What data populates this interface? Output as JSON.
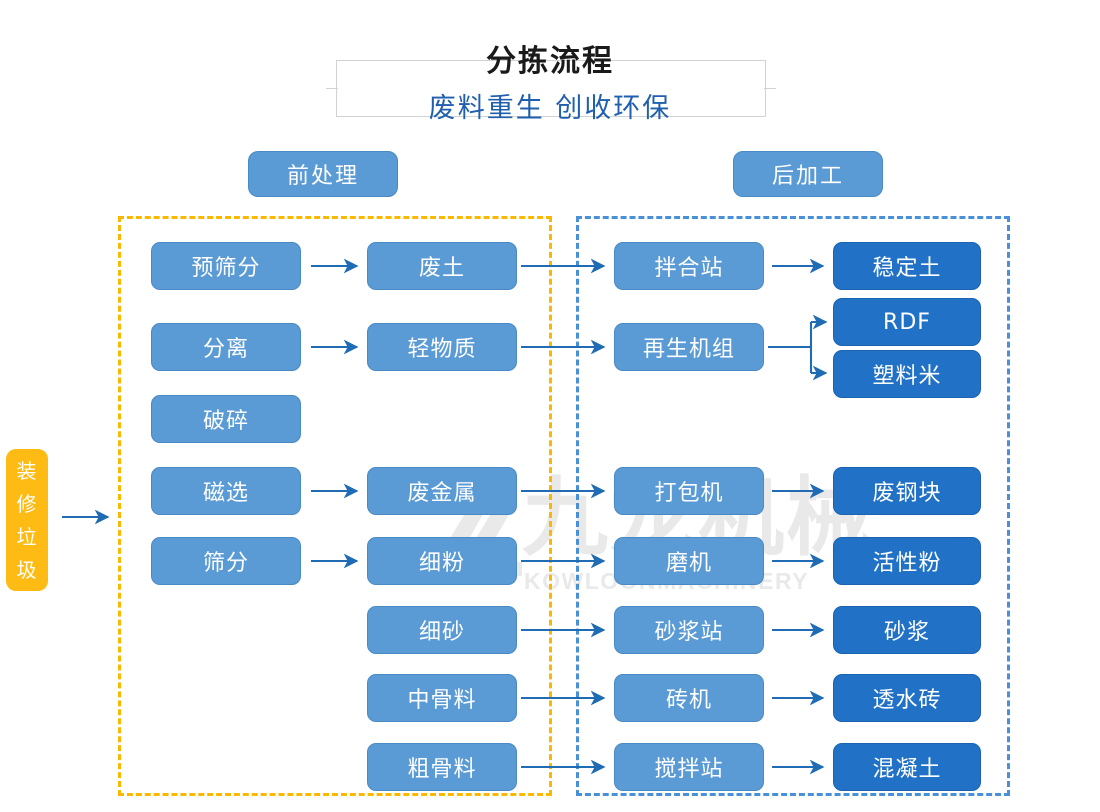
{
  "header": {
    "title": "分拣流程",
    "subtitle": "废料重生 创收环保",
    "title_color": "#1a1a1a",
    "subtitle_color": "#1f5fae",
    "frame_color": "#d2d2d2"
  },
  "watermark": {
    "cn": "九龙机械",
    "en": "KOWLOONMACHINERY",
    "logo_icon": "kowloon-logo-icon"
  },
  "entry": {
    "label": "装修垃圾",
    "chars": [
      "装",
      "修",
      "垃",
      "圾"
    ],
    "color": "#fdbb13"
  },
  "sections": [
    {
      "id": "pre",
      "label": "前处理",
      "border_color": "#fbb800",
      "pill_color": "#5b9bd5"
    },
    {
      "id": "post",
      "label": "后加工",
      "border_color": "#4a90d9",
      "pill_color": "#5b9bd5"
    }
  ],
  "colors": {
    "node_light": "#5b9bd5",
    "node_dark": "#2171c7",
    "arrow": "#1f6cb4"
  },
  "nodes": {
    "col1": [
      {
        "label": "预筛分",
        "tone": "light"
      },
      {
        "label": "分离",
        "tone": "light"
      },
      {
        "label": "破碎",
        "tone": "light"
      },
      {
        "label": "磁选",
        "tone": "light"
      },
      {
        "label": "筛分",
        "tone": "light"
      }
    ],
    "col2": [
      {
        "label": "废土",
        "tone": "light"
      },
      {
        "label": "轻物质",
        "tone": "light"
      },
      {
        "label": "废金属",
        "tone": "light"
      },
      {
        "label": "细粉",
        "tone": "light"
      },
      {
        "label": "细砂",
        "tone": "light"
      },
      {
        "label": "中骨料",
        "tone": "light"
      },
      {
        "label": "粗骨料",
        "tone": "light"
      }
    ],
    "col3": [
      {
        "label": "拌合站",
        "tone": "light"
      },
      {
        "label": "再生机组",
        "tone": "light"
      },
      {
        "label": "打包机",
        "tone": "light"
      },
      {
        "label": "磨机",
        "tone": "light"
      },
      {
        "label": "砂浆站",
        "tone": "light"
      },
      {
        "label": "砖机",
        "tone": "light"
      },
      {
        "label": "搅拌站",
        "tone": "light"
      }
    ],
    "col4": [
      {
        "label": "稳定土",
        "tone": "dark"
      },
      {
        "label": "RDF",
        "tone": "dark"
      },
      {
        "label": "塑料米",
        "tone": "dark"
      },
      {
        "label": "废钢块",
        "tone": "dark"
      },
      {
        "label": "活性粉",
        "tone": "dark"
      },
      {
        "label": "砂浆",
        "tone": "dark"
      },
      {
        "label": "透水砖",
        "tone": "dark"
      },
      {
        "label": "混凝土",
        "tone": "dark"
      }
    ]
  },
  "chart_data": {
    "type": "diagram",
    "title": "分拣流程",
    "subtitle": "废料重生 创收环保",
    "input": "装修垃圾",
    "groups": [
      "前处理",
      "后加工"
    ],
    "flows": [
      {
        "from": "装修垃圾",
        "to": "前处理"
      },
      {
        "from": "预筛分",
        "to": "废土"
      },
      {
        "from": "分离",
        "to": "轻物质"
      },
      {
        "from": "磁选",
        "to": "废金属"
      },
      {
        "from": "筛分",
        "to": "细粉"
      },
      {
        "from": "废土",
        "to": "拌合站"
      },
      {
        "from": "轻物质",
        "to": "再生机组"
      },
      {
        "from": "废金属",
        "to": "打包机"
      },
      {
        "from": "细粉",
        "to": "磨机"
      },
      {
        "from": "细砂",
        "to": "砂浆站"
      },
      {
        "from": "中骨料",
        "to": "砖机"
      },
      {
        "from": "粗骨料",
        "to": "搅拌站"
      },
      {
        "from": "拌合站",
        "to": "稳定土"
      },
      {
        "from": "再生机组",
        "to": "RDF"
      },
      {
        "from": "再生机组",
        "to": "塑料米"
      },
      {
        "from": "打包机",
        "to": "废钢块"
      },
      {
        "from": "磨机",
        "to": "活性粉"
      },
      {
        "from": "砂浆站",
        "to": "砂浆"
      },
      {
        "from": "砖机",
        "to": "透水砖"
      },
      {
        "from": "搅拌站",
        "to": "混凝土"
      }
    ]
  }
}
